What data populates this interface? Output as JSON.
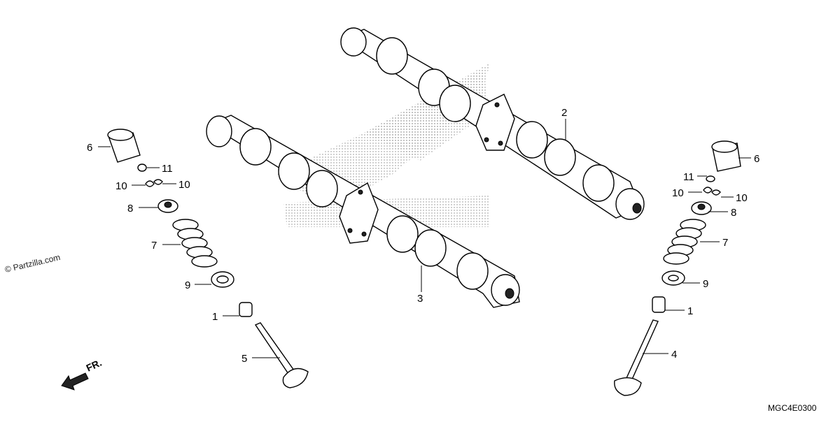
{
  "diagram": {
    "code": "MGC4E0300",
    "watermark": "© Partzilla.com",
    "direction_label": "FR.",
    "callouts": {
      "l6": "6",
      "l11": "11",
      "l10a": "10",
      "l10b": "10",
      "l8": "8",
      "l7": "7",
      "l9": "9",
      "l1": "1",
      "l5": "5",
      "c2": "2",
      "c3": "3",
      "r6": "6",
      "r11": "11",
      "r10a": "10",
      "r10b": "10",
      "r8": "8",
      "r7": "7",
      "r9": "9",
      "r1": "1",
      "r4": "4"
    }
  }
}
